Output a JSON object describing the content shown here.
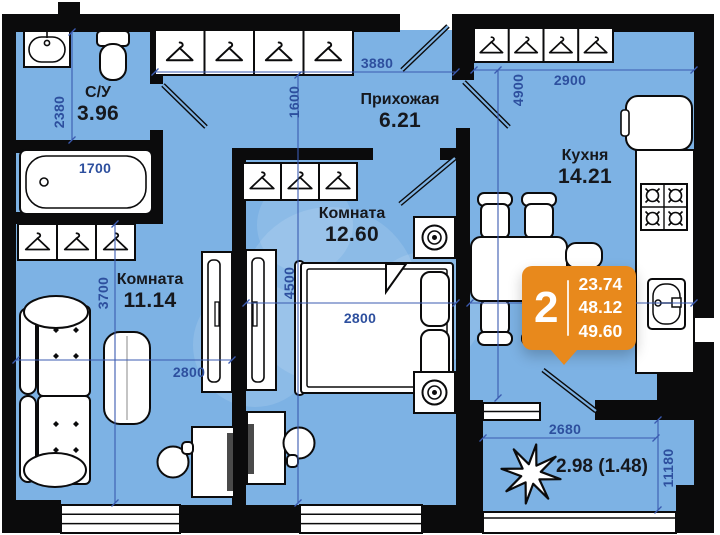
{
  "plan_type": "2-room apartment floor plan",
  "rooms": {
    "bathroom": {
      "name": "С/У",
      "area": "3.96"
    },
    "hallway": {
      "name": "Прихожая",
      "area": "6.21"
    },
    "kitchen": {
      "name": "Кухня",
      "area": "14.21"
    },
    "bedroom": {
      "name": "Комната",
      "area": "12.60"
    },
    "living_room": {
      "name": "Комната",
      "area": "11.14"
    },
    "balcony": {
      "area": "2.98 (1.48)"
    }
  },
  "dimensions_mm": {
    "bathroom_height": "2380",
    "bathtub_length": "1700",
    "hallway_width": "3880",
    "hallway_height": "1600",
    "kitchen_width": "2900",
    "kitchen_height": "4900",
    "bedroom_width": "2800",
    "bedroom_height": "4500",
    "living_width": "2800",
    "living_height": "3700",
    "balcony_width": "2680",
    "balcony_height": "11180"
  },
  "badge": {
    "rooms_count": "2",
    "values": [
      "23.74",
      "48.12",
      "49.60"
    ],
    "color": "#e8891c"
  },
  "colors": {
    "floor": "#7db2e4",
    "walls": "#0b0b0c",
    "dimension_text": "#2d4f9e",
    "badge": "#e8891c"
  }
}
